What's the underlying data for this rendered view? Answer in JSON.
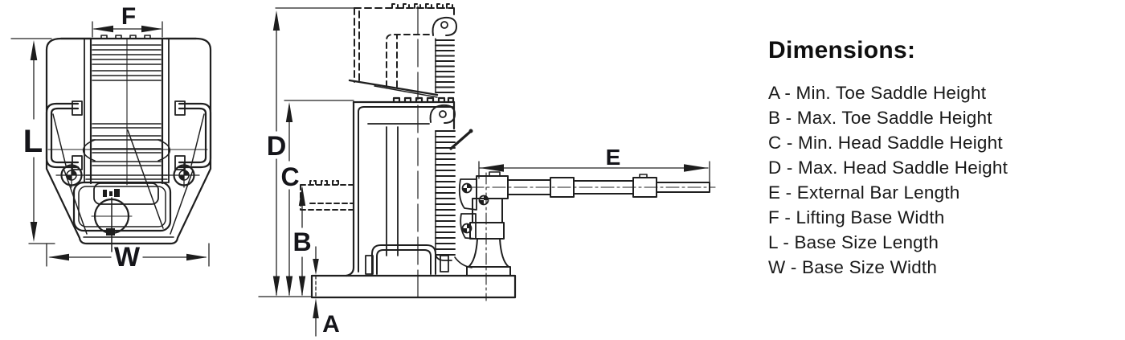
{
  "legend": {
    "title": "Dimensions:",
    "items": [
      "A - Min. Toe Saddle Height",
      "B - Max. Toe Saddle Height",
      "C - Min. Head Saddle Height",
      "D - Max. Head Saddle Height",
      "E - External Bar Length",
      "F - Lifting Base Width",
      "L - Base Size Length",
      "W - Base Size Width"
    ]
  },
  "dim_labels": {
    "A": "A",
    "B": "B",
    "C": "C",
    "D": "D",
    "E": "E",
    "F": "F",
    "L": "L",
    "W": "W"
  },
  "colors": {
    "drawing_line": "#1f1f1f",
    "dimension_line": "#222222",
    "label_text": "#15151a",
    "legend_text": "#191919"
  }
}
